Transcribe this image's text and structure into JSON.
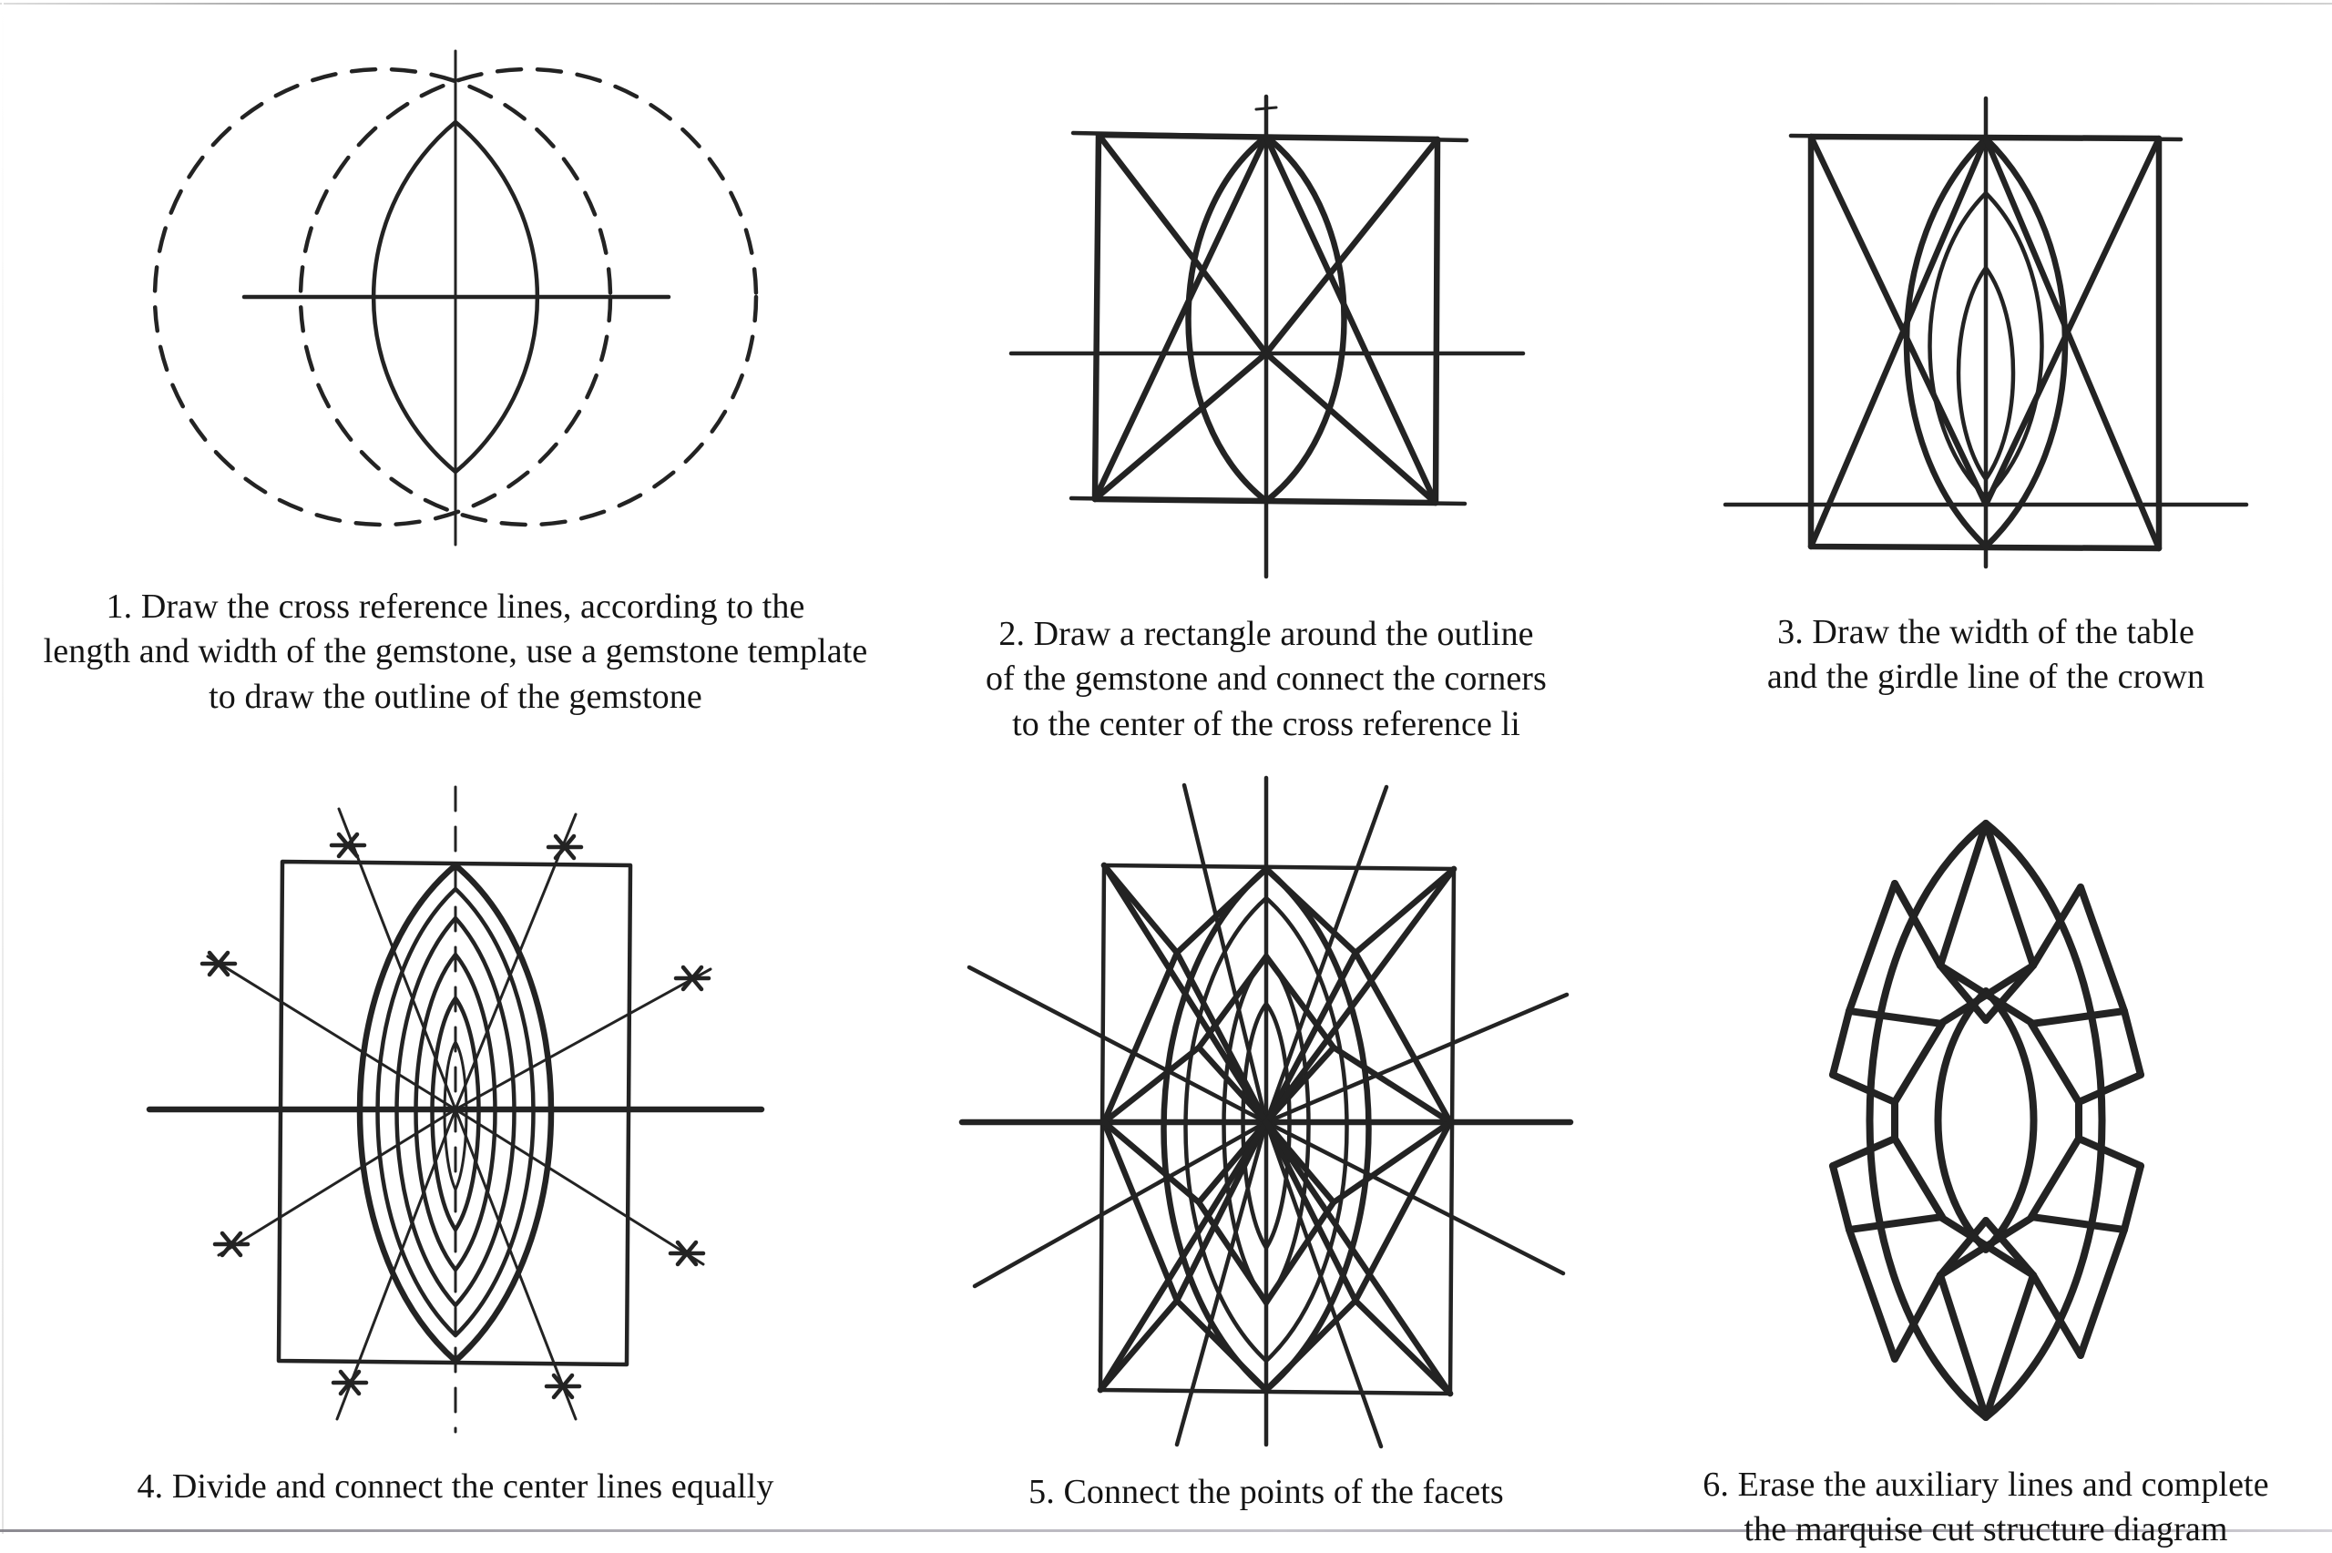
{
  "document": {
    "title": "Marquise cut structure drawing steps",
    "background_color": "#ffffff",
    "ink_color": "#232323"
  },
  "steps": [
    {
      "number": "1",
      "caption": "1. Draw the cross reference lines, according to the\nlength and width of the gemstone, use a gemstone template\nto draw the outline of the gemstone",
      "figure_name": "step-1-figure",
      "elements": [
        "dashed-circle-left",
        "dashed-circle-right",
        "marquise-outline",
        "vertical-reference-line",
        "horizontal-reference-line"
      ]
    },
    {
      "number": "2",
      "caption": "2. Draw a rectangle around the outline\nof the gemstone and connect the corners\nto the center of the cross reference li",
      "figure_name": "step-2-figure",
      "elements": [
        "marquise-outline",
        "bounding-rectangle",
        "corner-to-center-diagonals",
        "vertical-reference-line",
        "horizontal-reference-line"
      ]
    },
    {
      "number": "3",
      "caption": "3. Draw the width of the table\nand the girdle line of the crown",
      "figure_name": "step-3-figure",
      "elements": [
        "marquise-outline",
        "bounding-rectangle",
        "corner-to-center-diagonals",
        "table-width-curve",
        "girdle-line-curve",
        "vertical-reference-line",
        "horizontal-reference-line"
      ]
    },
    {
      "number": "4",
      "caption": "4. Divide and connect the center lines equally",
      "figure_name": "step-4-figure",
      "elements": [
        "marquise-outline",
        "bounding-rectangle",
        "nested-marquise-curves",
        "radiating-division-lines",
        "division-tick-marks",
        "vertical-reference-line",
        "horizontal-reference-line"
      ]
    },
    {
      "number": "5",
      "caption": "5. Connect the points of the facets",
      "figure_name": "step-5-figure",
      "elements": [
        "marquise-outline",
        "bounding-rectangle",
        "nested-marquise-curves",
        "facet-connection-lines",
        "radiating-division-lines",
        "vertical-reference-line",
        "horizontal-reference-line"
      ]
    },
    {
      "number": "6",
      "caption": "6. Erase the auxiliary lines and complete\nthe marquise cut structure diagram",
      "figure_name": "step-6-figure",
      "elements": [
        "marquise-girdle-outline",
        "table-facet",
        "star-facets",
        "bezel-facets",
        "upper-girdle-facets"
      ]
    }
  ]
}
